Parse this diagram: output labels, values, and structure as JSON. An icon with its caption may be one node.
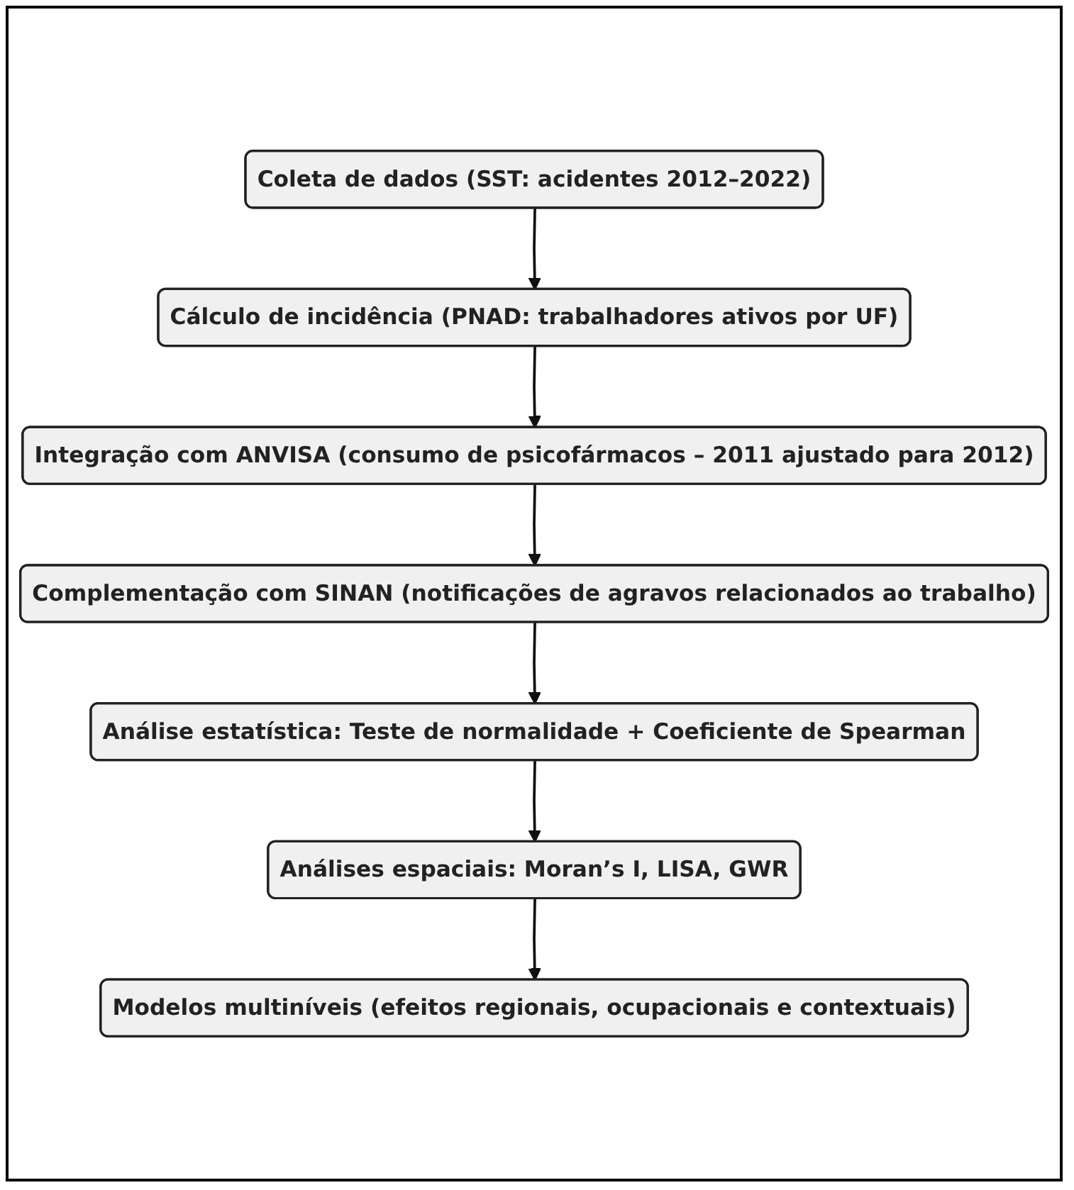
{
  "diagram": {
    "nodes": [
      {
        "text": [
          "Coleta de dados (SST: acidentes 2012–2022)"
        ]
      },
      {
        "text": [
          "Cálculo de incidência (PNAD: trabalhadores ativos por UF)"
        ]
      },
      {
        "text": [
          "Integração com ANVISA (consumo de psicofármacos – 2011 ajustado para 2012)"
        ]
      },
      {
        "text": [
          "Complementação com SINAN (notificações de agravos relacionados ao trabalho)"
        ]
      },
      {
        "text": [
          "Análise estatística: Teste de normalidade + Coeficiente de Spearman"
        ]
      },
      {
        "text": [
          "Análises espaciais: Moran’s I, LISA, GWR"
        ]
      },
      {
        "text": [
          "Modelos multiníveis (efeitos regionais, ocupacionais e contextuais)"
        ]
      }
    ],
    "edges": [
      {
        "from": 0,
        "to": 1,
        "arrow": "to"
      },
      {
        "from": 1,
        "to": 2,
        "arrow": "to"
      },
      {
        "from": 2,
        "to": 3,
        "arrow": "to"
      },
      {
        "from": 3,
        "to": 4,
        "arrow": "to"
      },
      {
        "from": 4,
        "to": 5,
        "arrow": "to"
      },
      {
        "from": 5,
        "to": 6,
        "arrow": "to"
      }
    ]
  }
}
